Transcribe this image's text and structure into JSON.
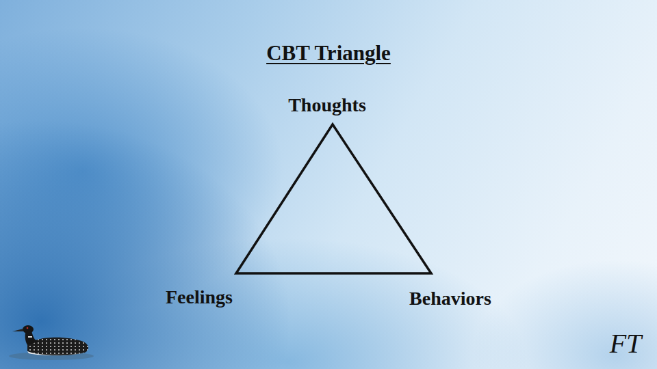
{
  "diagram": {
    "title": "CBT Triangle",
    "labels": [
      "Thoughts",
      "Feelings",
      "Behaviors",
      "FT"
    ]
  }
}
